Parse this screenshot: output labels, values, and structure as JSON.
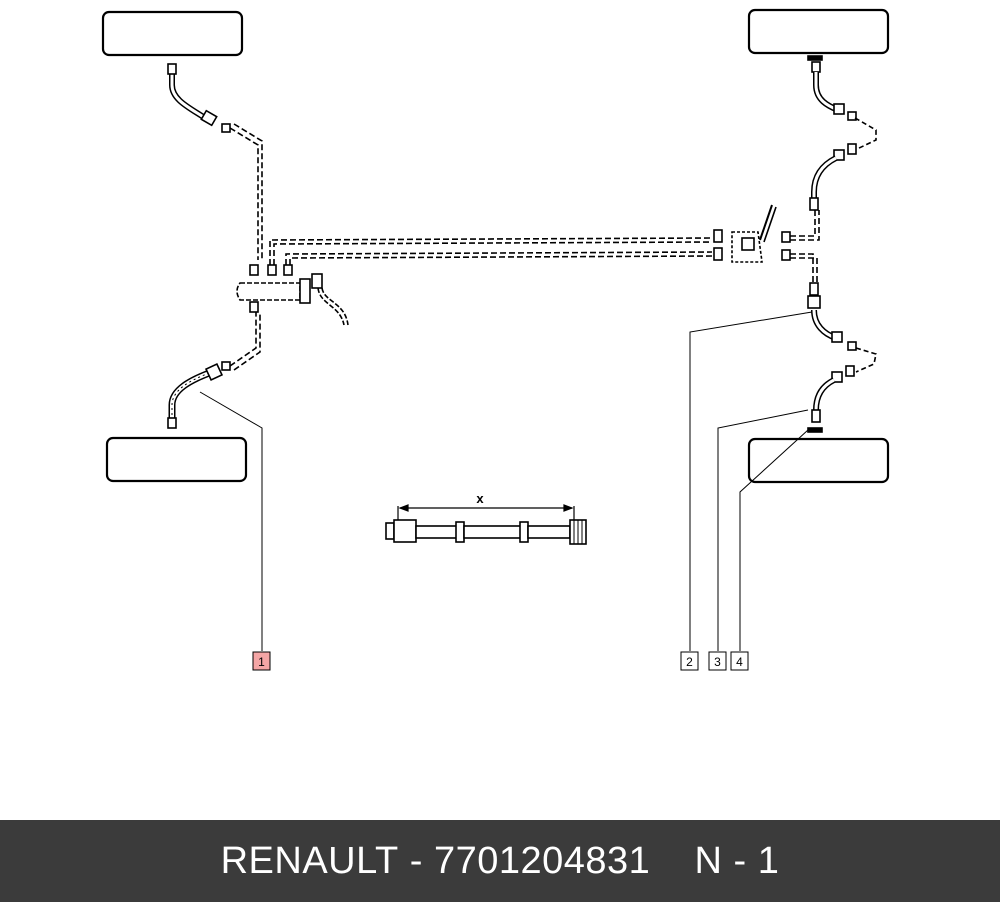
{
  "diagram": {
    "callouts": [
      {
        "id": "1",
        "label": "1",
        "highlighted": true
      },
      {
        "id": "2",
        "label": "2",
        "highlighted": false
      },
      {
        "id": "3",
        "label": "3",
        "highlighted": false
      },
      {
        "id": "4",
        "label": "4",
        "highlighted": false
      }
    ],
    "dimension_label": "x",
    "highlight_color": "#f4a5a5",
    "line_color": "#000000"
  },
  "footer": {
    "brand": "RENAULT",
    "separator": "-",
    "part_number": "7701204831",
    "position": "N - 1",
    "background": "#3b3b3b"
  }
}
